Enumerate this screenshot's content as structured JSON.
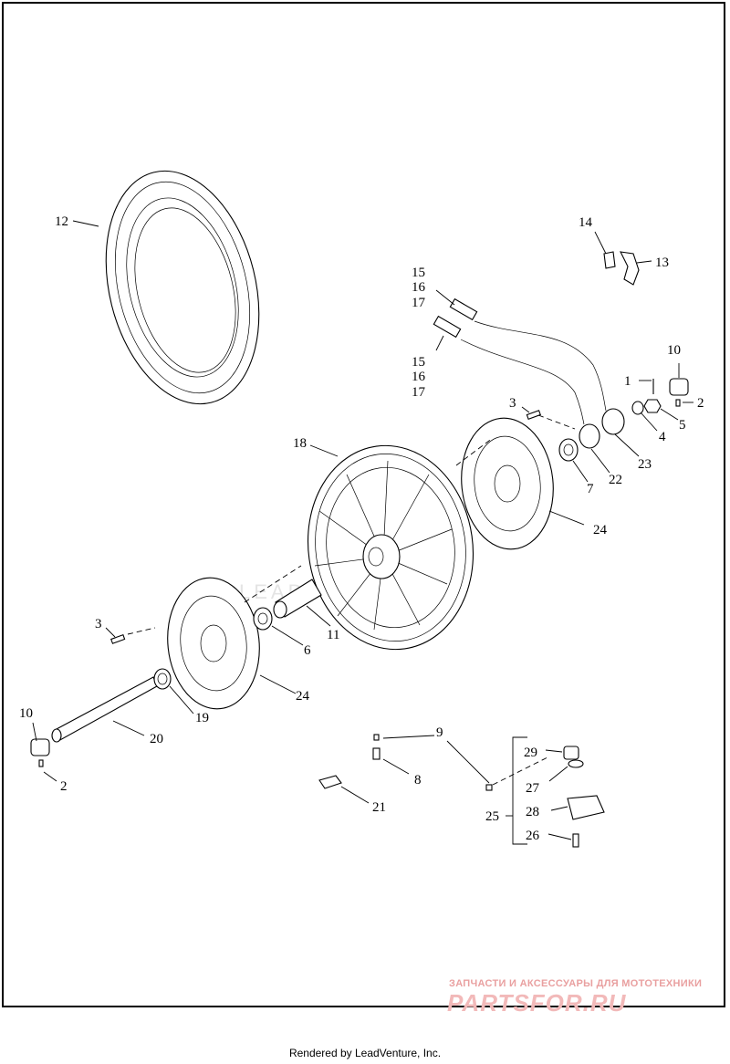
{
  "footer": {
    "rendered_by": "Rendered by LeadVenture, Inc."
  },
  "watermark": {
    "center": "LEADVENTURE",
    "tagline": "ЗАПЧАСТИ И АКСЕССУАРЫ ДЛЯ МОТОТЕХНИКИ",
    "logo": "PARTSFOR.RU"
  },
  "callouts": {
    "c1": "1",
    "c2a": "2",
    "c2b": "2",
    "c3a": "3",
    "c3b": "3",
    "c4": "4",
    "c5": "5",
    "c6": "6",
    "c7": "7",
    "c8": "8",
    "c9": "9",
    "c10a": "10",
    "c10b": "10",
    "c11": "11",
    "c12": "12",
    "c13": "13",
    "c14": "14",
    "c15a": "15",
    "c16a": "16",
    "c17a": "17",
    "c15b": "15",
    "c16b": "16",
    "c17b": "17",
    "c18": "18",
    "c19": "19",
    "c20": "20",
    "c21": "21",
    "c22": "22",
    "c23": "23",
    "c24a": "24",
    "c24b": "24",
    "c25": "25",
    "c26": "26",
    "c27": "27",
    "c28": "28",
    "c29": "29"
  }
}
